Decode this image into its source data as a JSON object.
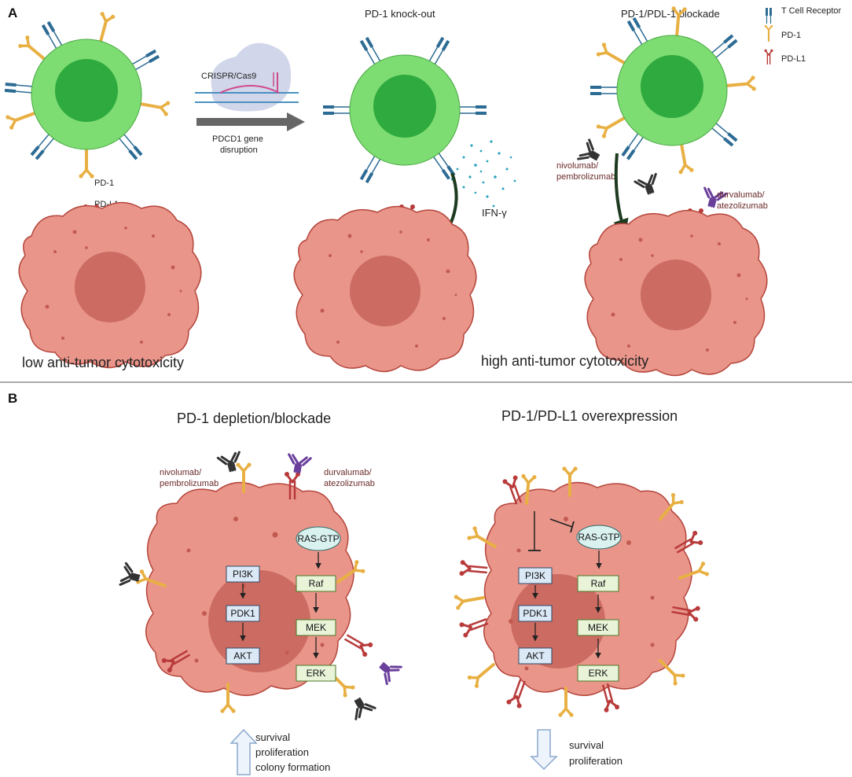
{
  "panel_a": {
    "label": "A",
    "legend": {
      "tcr": "T Cell Receptor",
      "pd1": "PD-1",
      "pdl1": "PD-L1",
      "colors": {
        "tcr": "#2c6b94",
        "pd1": "#e8b043",
        "pdl1": "#b83a3a"
      }
    },
    "pd1_label": "PD-1",
    "pdl1_label": "PD-L1",
    "crispr_label": "CRISPR/Cas9",
    "disruption_line1": "PDCD1 gene",
    "disruption_line2": "disruption",
    "knockout_title": "PD-1 knock-out",
    "blockade_title": "PD-1/PDL-1 blockade",
    "ifn_label": "IFN-γ",
    "nivo_line1": "nivolumab/",
    "nivo_line2": "pembrolizumab",
    "durva_line1": "durvalumab/",
    "durva_line2": "atezolizumab",
    "low_caption": "low anti-tumor cytotoxicity",
    "high_caption": "high anti-tumor cytotoxicity"
  },
  "panel_b": {
    "label": "B",
    "left_title": "PD-1 depletion/blockade",
    "right_title": "PD-1/PD-L1 overexpression",
    "nivo_line1": "nivolumab/",
    "nivo_line2": "pembrolizumab",
    "durva_line1": "durvalumab/",
    "durva_line2": "atezolizumab",
    "pathway": {
      "ras": "RAS-GTP",
      "pi3k": "PI3K",
      "pdk1": "PDK1",
      "akt": "AKT",
      "raf": "Raf",
      "mek": "MEK",
      "erk": "ERK"
    },
    "left_outcome": [
      "survival",
      "proliferation",
      "colony formation"
    ],
    "right_outcome": [
      "survival",
      "proliferation"
    ]
  }
}
